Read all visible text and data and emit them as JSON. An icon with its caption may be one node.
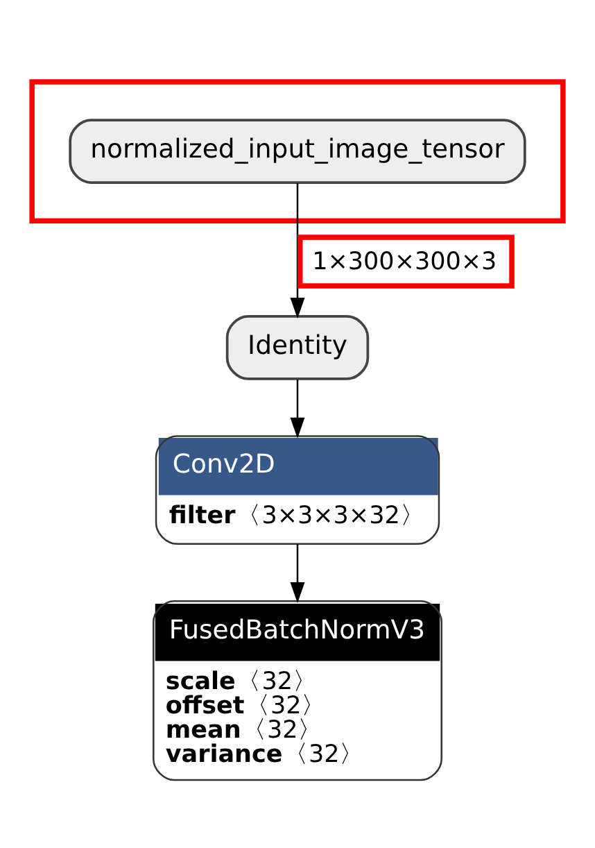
{
  "diagram": {
    "nodes": [
      {
        "text": [],
        "shape": "box"
      },
      {
        "text": [
          "normalized_input_image_tensor"
        ],
        "in": 0
      },
      {
        "text": [
          "Identity"
        ]
      },
      {
        "text": [
          "Conv2D",
          "**filter**〈3×3×3×32〉"
        ]
      },
      {
        "text": [
          "FusedBatchNormV3",
          "**scale**〈32〉",
          "**offset**〈32〉",
          "**mean**〈32〉",
          "**variance**〈32〉"
        ]
      }
    ],
    "edges": [
      {
        "from": 1,
        "to": 2,
        "arrow": "to",
        "label": "1×300×300×3"
      },
      {
        "from": 2,
        "to": 3,
        "arrow": "to"
      },
      {
        "from": 3,
        "to": 4,
        "arrow": "to"
      }
    ]
  }
}
